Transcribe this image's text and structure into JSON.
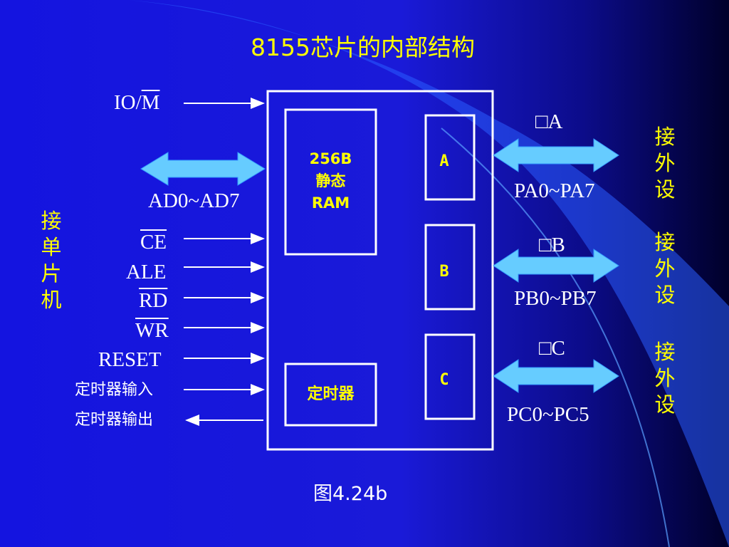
{
  "title": "8155芯片的内部结构",
  "figure_caption": "图4.24b",
  "chip": {
    "ram_label": "256B\n静态\nRAM",
    "timer_label": "定时器",
    "port_a": "A",
    "port_b": "B",
    "port_c": "C"
  },
  "left_signals": {
    "io_m_prefix": "IO/",
    "io_m_bar": "M",
    "bus": "AD0~AD7",
    "ce": "CE",
    "ale": "ALE",
    "rd": "RD",
    "wr": "WR",
    "reset": "RESET",
    "timer_in": "定时器输入",
    "timer_out": "定时器输出"
  },
  "left_group_label": "接单片机",
  "right_ports": {
    "a_name": "□A",
    "a_pins": "PA0~PA7",
    "b_name": "□B",
    "b_pins": "PB0~PB7",
    "c_name": "□C",
    "c_pins": "PC0~PC5"
  },
  "right_labels": [
    "接外设",
    "接外设",
    "接外设"
  ],
  "colors": {
    "background": "#1414e0",
    "title": "#ffff00",
    "arrow_fill": "#66ccff",
    "line": "#ffffff",
    "accent_curve": "#3366ff"
  }
}
